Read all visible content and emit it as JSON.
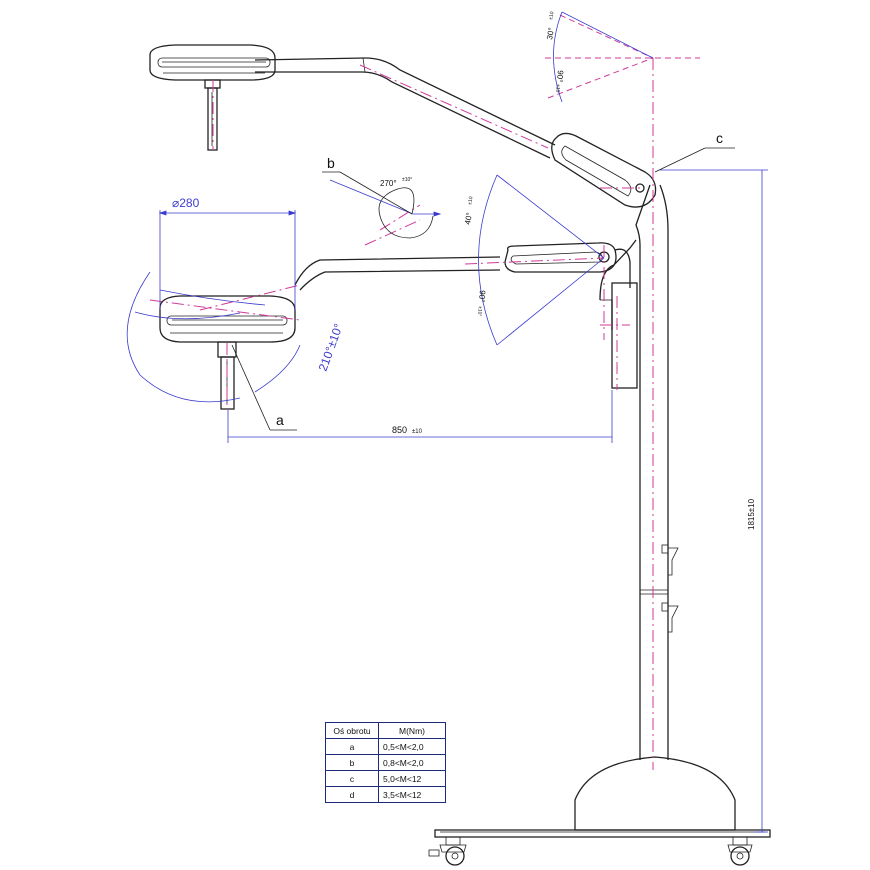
{
  "dimensions": {
    "diameter": "⌀280",
    "reach": "850",
    "reach_tol": "±10",
    "height": "1815±10",
    "angle_a": "210°±10°",
    "angle_b": "270°",
    "angle_b_tol": "±10°",
    "angle_up_top": "30°",
    "angle_up_top_tol": "±10",
    "angle_down_top": "90°",
    "angle_down_top_tol": "±10",
    "angle_up_mid": "40°",
    "angle_up_mid_tol": "±10",
    "angle_down_mid": "90°",
    "angle_down_mid_tol": "±10°"
  },
  "labels": {
    "a": "a",
    "b": "b",
    "c": "c"
  },
  "torque_table": {
    "headers": [
      "Oś obrotu",
      "M(Nm)"
    ],
    "rows": [
      [
        "a",
        "0,5<M<2,0"
      ],
      [
        "b",
        "0,8<M<2,0"
      ],
      [
        "c",
        "5,0<M<12"
      ],
      [
        "d",
        "3,5<M<12"
      ]
    ]
  },
  "colors": {
    "outline": "#222222",
    "dimension": "#3b3bd0",
    "centerline": "#d03a9a"
  }
}
